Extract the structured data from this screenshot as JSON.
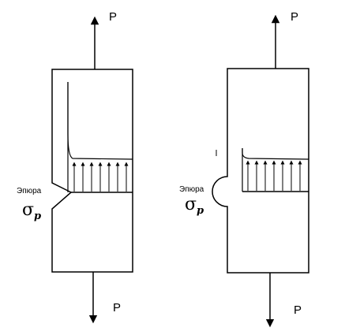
{
  "left_specimen": {
    "notch": "v-notch",
    "load_top": "P",
    "load_bottom": "P",
    "epure_label": "Эпюра",
    "sigma_symbol": "σ",
    "sigma_subscript": "p"
  },
  "right_specimen": {
    "notch": "semicircular-notch",
    "load_top": "P",
    "load_bottom": "P",
    "epure_label": "Эпюра",
    "sigma_symbol": "σ",
    "sigma_subscript": "p"
  },
  "colors": {
    "stroke": "#000000",
    "background": "#ffffff"
  }
}
